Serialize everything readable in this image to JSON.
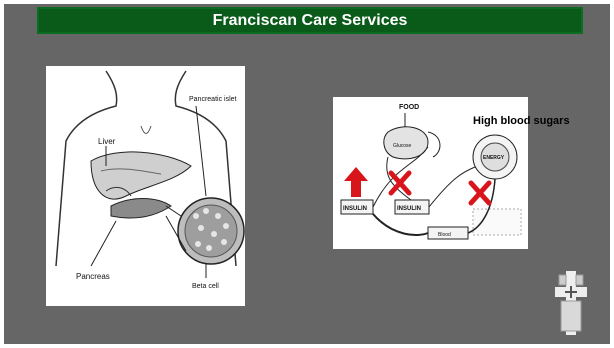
{
  "slide": {
    "title": "Franciscan Care Services",
    "annotation": "High blood sugars"
  },
  "anatomy_figure": {
    "labels": [
      "Liver",
      "Pancreas",
      "Pancreatic islet",
      "Beta cell"
    ]
  },
  "insulin_diagram": {
    "labels": [
      "FOOD",
      "Glucose",
      "INSULIN",
      "INSULIN",
      "Blood",
      "ENERGY"
    ]
  },
  "colors": {
    "background": "#666666",
    "banner": "#0a5a1a",
    "cross": "#d8151b"
  }
}
